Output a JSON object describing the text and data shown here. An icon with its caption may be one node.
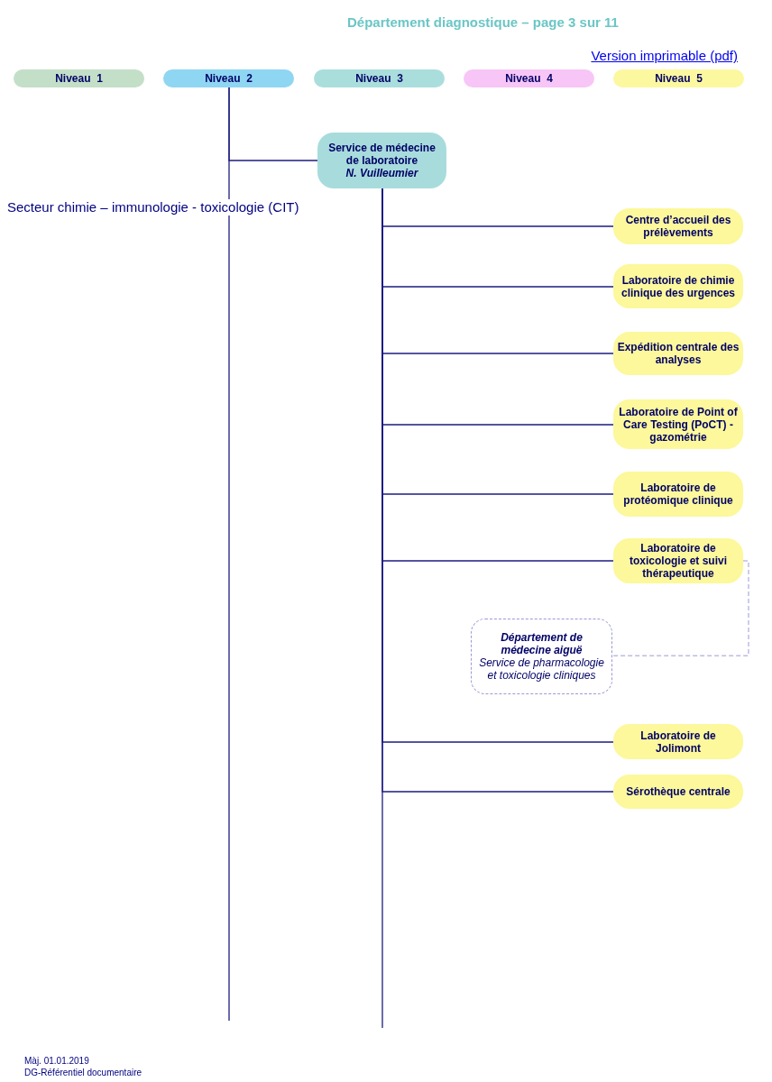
{
  "diagram": {
    "title": "Département diagnostique – page 3 sur 11",
    "nodes": [
      {
        "text": [
          "Niveau  1"
        ]
      },
      {
        "text": [
          "Niveau  2"
        ]
      },
      {
        "text": [
          "Niveau  3"
        ]
      },
      {
        "text": [
          "Niveau  4"
        ]
      },
      {
        "text": [
          "Niveau  5"
        ]
      },
      {
        "text": [
          "Service de médecine de laboratoire",
          "N. Vuilleumier"
        ]
      },
      {
        "text": [
          "Centre d’accueil des prélèvements"
        ]
      },
      {
        "text": [
          "Laboratoire de chimie clinique des urgences"
        ]
      },
      {
        "text": [
          "Expédition centrale des analyses"
        ]
      },
      {
        "text": [
          "Laboratoire de Point of Care Testing (PoCT) - gazométrie"
        ]
      },
      {
        "text": [
          "Laboratoire de protéomique clinique"
        ]
      },
      {
        "text": [
          "Laboratoire de toxicologie et suivi thérapeutique"
        ]
      },
      {
        "text": [
          "Laboratoire de Jolimont"
        ]
      },
      {
        "text": [
          "Sérothèque centrale"
        ]
      },
      {
        "text": [
          "Département de médecine aiguë",
          "Service de pharmacologie et toxicologie cliniques"
        ]
      }
    ],
    "edges": [
      {
        "from": 1,
        "to": 5,
        "arrow": "none"
      },
      {
        "from": 5,
        "to": 6,
        "arrow": "none"
      },
      {
        "from": 5,
        "to": 7,
        "arrow": "none"
      },
      {
        "from": 5,
        "to": 8,
        "arrow": "none"
      },
      {
        "from": 5,
        "to": 9,
        "arrow": "none"
      },
      {
        "from": 5,
        "to": 10,
        "arrow": "none"
      },
      {
        "from": 5,
        "to": 11,
        "arrow": "none"
      },
      {
        "from": 5,
        "to": 12,
        "arrow": "none"
      },
      {
        "from": 5,
        "to": 13,
        "arrow": "none"
      },
      {
        "from": 11,
        "to": 14,
        "arrow": "none",
        "style": "dashed",
        "color": "#9a9ad6"
      }
    ],
    "labels": [
      "Version imprimable (pdf)",
      "Secteur chimie – immunologie - toxicologie (CIT)",
      "Màj. 01.01.2019",
      "DG-Référentiel documentaire"
    ]
  }
}
